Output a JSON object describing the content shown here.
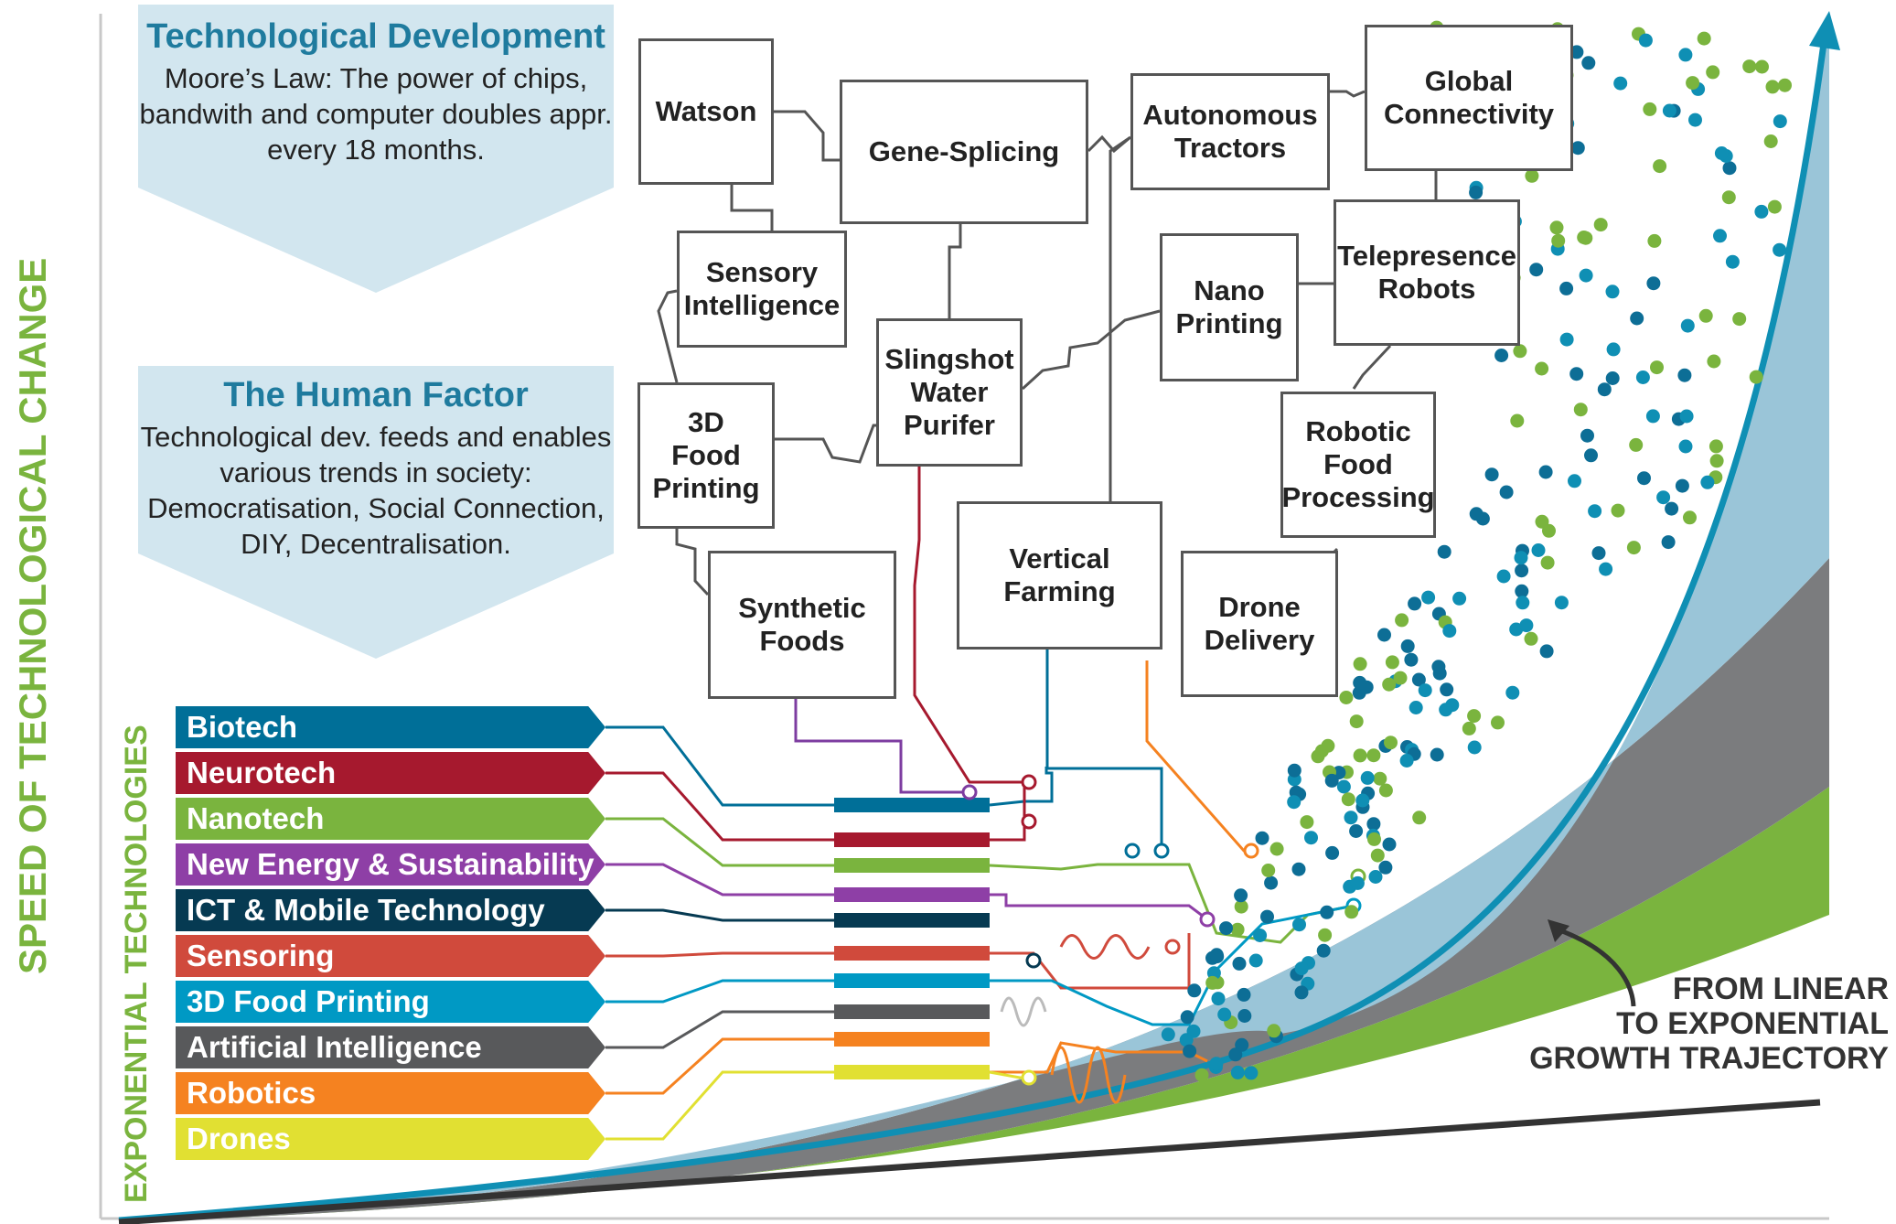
{
  "axis": {
    "y_label": "SPEED OF TECHNOLOGICAL CHANGE",
    "exp_label": "EXPONENTIAL TECHNOLOGIES"
  },
  "callouts": [
    {
      "title": "Technological Development",
      "body": "Moore’s Law: The power of chips, bandwith and computer doubles appr. every 18 months."
    },
    {
      "title": "The Human Factor",
      "body": "Technological dev. feeds and enables various trends in society: Democratisation, Social Connection, DIY, Decentralisation."
    }
  ],
  "boxes": [
    {
      "id": "watson",
      "label": "Watson"
    },
    {
      "id": "gene-splicing",
      "label": "Gene-Splicing"
    },
    {
      "id": "autonomous-tractors",
      "label": "Autonomous\nTractors"
    },
    {
      "id": "global-connectivity",
      "label": "Global\nConnectivity"
    },
    {
      "id": "sensory-intelligence",
      "label": "Sensory\nIntelligence"
    },
    {
      "id": "nano-printing",
      "label": "Nano\nPrinting"
    },
    {
      "id": "telepresence-robots",
      "label": "Telepresence\nRobots"
    },
    {
      "id": "slingshot-water-purifer",
      "label": "Slingshot\nWater\nPurifer"
    },
    {
      "id": "3d-food-printing-box",
      "label": "3D\nFood\nPrinting"
    },
    {
      "id": "robotic-food-processing",
      "label": "Robotic\nFood\nProcessing"
    },
    {
      "id": "vertical-farming",
      "label": "Vertical\nFarming"
    },
    {
      "id": "synthetic-foods",
      "label": "Synthetic\nFoods"
    },
    {
      "id": "drone-delivery",
      "label": "Drone\nDelivery"
    }
  ],
  "technologies": [
    {
      "label": "Biotech",
      "color": "#006f98"
    },
    {
      "label": "Neurotech",
      "color": "#a6192e"
    },
    {
      "label": "Nanotech",
      "color": "#7ab43e"
    },
    {
      "label": "New Energy & Sustainability",
      "color": "#8e3fa6"
    },
    {
      "label": "ICT & Mobile Technology",
      "color": "#063a52"
    },
    {
      "label": "Sensoring",
      "color": "#d04a3c"
    },
    {
      "label": "3D Food Printing",
      "color": "#0099c4"
    },
    {
      "label": "Artificial Intelligence",
      "color": "#58595b"
    },
    {
      "label": "Robotics",
      "color": "#f58220"
    },
    {
      "label": "Drones",
      "color": "#e1e032"
    }
  ],
  "caption": {
    "line1": "FROM LINEAR",
    "line2": "TO EXPONENTIAL",
    "line3": "GROWTH TRAJECTORY"
  },
  "colors": {
    "green": "#7ab43e",
    "teal": "#0f8fb4",
    "navy": "#0d6e96",
    "lightblue": "#9ac5d8",
    "gray": "#7b7c7e",
    "callout_bg": "#d2e6ef",
    "box_border": "#555555"
  }
}
